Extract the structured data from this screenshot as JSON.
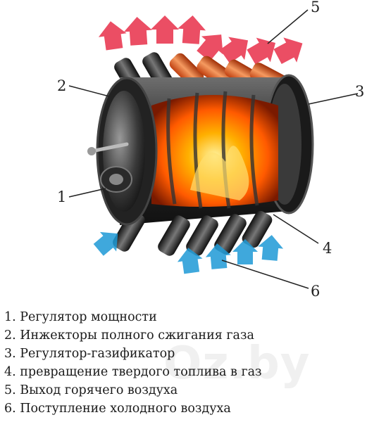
{
  "diagram": {
    "callouts": [
      {
        "id": "1",
        "label": "1"
      },
      {
        "id": "2",
        "label": "2"
      },
      {
        "id": "3",
        "label": "3"
      },
      {
        "id": "4",
        "label": "4"
      },
      {
        "id": "5",
        "label": "5"
      },
      {
        "id": "6",
        "label": "6"
      }
    ],
    "colors": {
      "hot_air": "#e8304a",
      "cold_air": "#1e9ad6",
      "flame": "#ff6a00",
      "body": "#2b2b2b"
    }
  },
  "legend": [
    "1. Регулятор мощности",
    "2. Инжекторы полного сжигания газа",
    "3. Регулятор-газификатор",
    "4. превращение твердого топлива в газ",
    "5. Выход горячего воздуха",
    "6. Поступление холодного воздуха"
  ],
  "watermark": "Oz.by"
}
